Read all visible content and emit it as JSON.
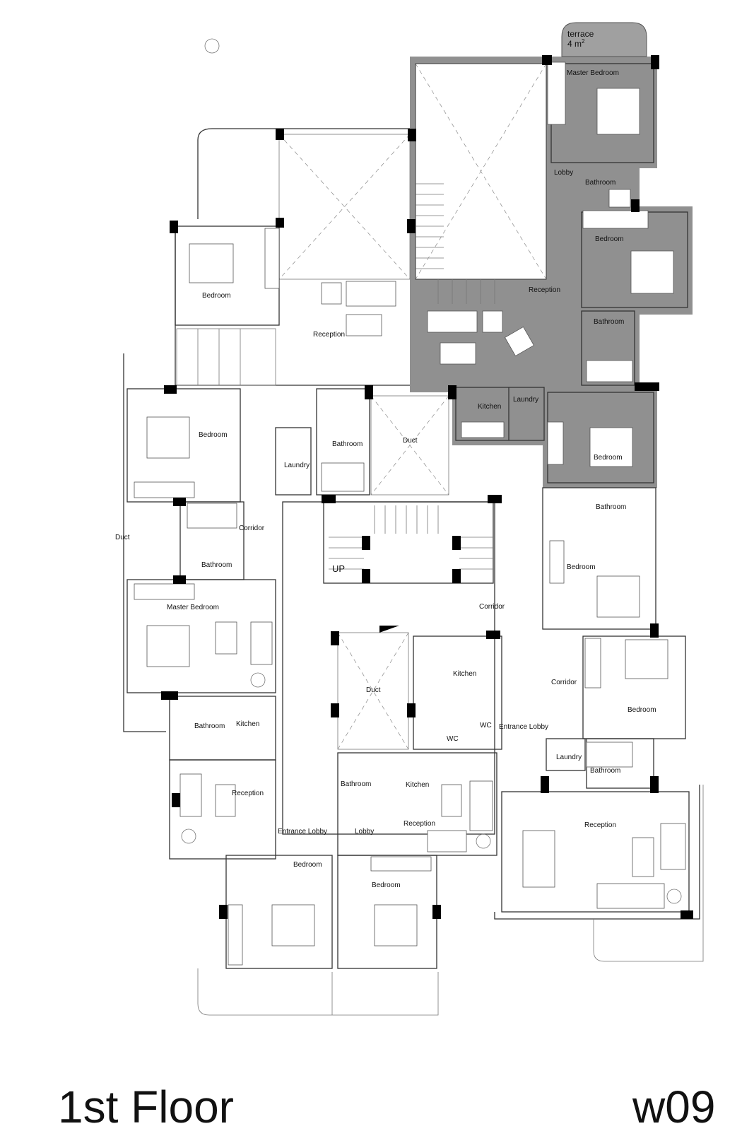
{
  "labels": {
    "terrace": "terrace",
    "terrace_area": "4 m",
    "terrace_area_sup": "2",
    "master_bedroom_top": "Master Bedroom",
    "lobby_top": "Lobby",
    "bathroom_top": "Bathroom",
    "bedroom_top_right": "Bedroom",
    "reception_top_right": "Reception",
    "bathroom_right2": "Bathroom",
    "kitchen_top": "Kitchen",
    "laundry_top": "Laundry",
    "bedroom_right3": "Bedroom",
    "bedroom_left1": "Bedroom",
    "reception_left1": "Reception",
    "bedroom_left2": "Bedroom",
    "bathroom_center": "Bathroom",
    "duct_center_top": "Duct",
    "laundry_left": "Laundry",
    "duct_left": "Duct",
    "corridor_left": "Corridor",
    "bathroom_left": "Bathroom",
    "up": "UP",
    "master_bedroom_left": "Master Bedroom",
    "corridor_center": "Corridor",
    "bathroom_right4": "Bathroom",
    "bedroom_right4": "Bedroom",
    "duct_center": "Duct",
    "kitchen_center": "Kitchen",
    "corridor_right": "Corridor",
    "bedroom_right5": "Bedroom",
    "wc_1": "WC",
    "entrance_lobby_right": "Entrance Lobby",
    "wc_2": "WC",
    "bathroom_lower_left": "Bathroom",
    "kitchen_lower_left": "Kitchen",
    "laundry_right": "Laundry",
    "bathroom_right5": "Bathroom",
    "reception_lower_left": "Reception",
    "bathroom_lower_center": "Bathroom",
    "kitchen_lower_center": "Kitchen",
    "reception_lower_right": "Reception",
    "entrance_lobby_left": "Entrance Lobby",
    "lobby_lower": "Lobby",
    "reception_lower_center": "Reception",
    "bedroom_bottom_left": "Bedroom",
    "bedroom_bottom_center": "Bedroom"
  },
  "footer": {
    "floor": "1st Floor",
    "code": "w09"
  },
  "colors": {
    "highlight_unit": "#909090",
    "walls": "#333333",
    "columns": "#000000"
  }
}
